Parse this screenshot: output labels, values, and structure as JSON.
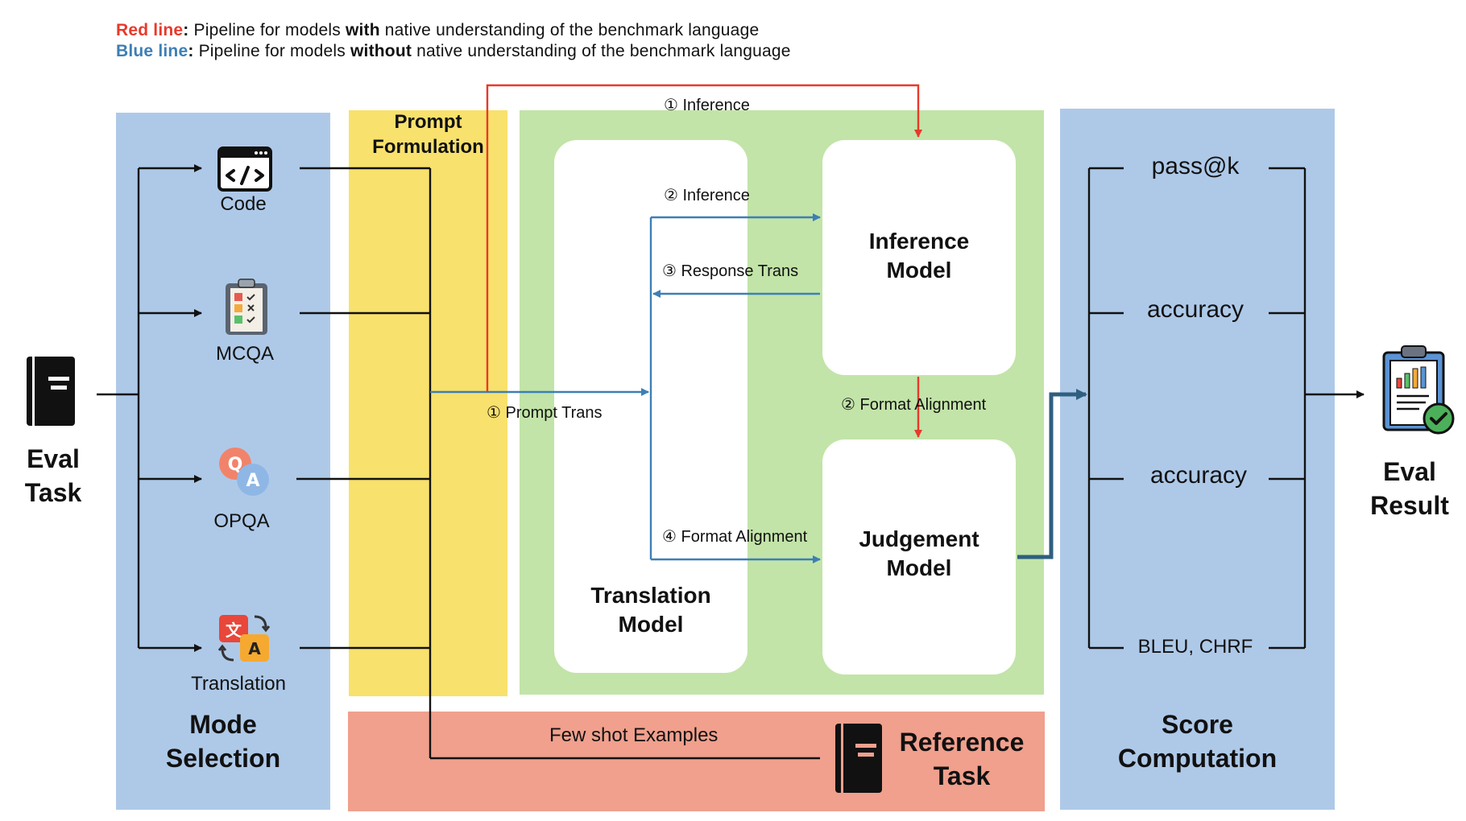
{
  "legend": {
    "red": {
      "prefix": "Red line",
      "text_1": " Pipeline for models ",
      "emph": "with",
      "text_2": " native understanding of the benchmark language"
    },
    "blue": {
      "prefix": "Blue line",
      "text_1": " Pipeline for models ",
      "emph": "without",
      "text_2": " native understanding of the benchmark language"
    },
    "colon": ":"
  },
  "colors": {
    "red": "#e8392a",
    "blue": "#3d7fb5",
    "panel_blue": "#aec9e8",
    "panel_yellow": "#f8e16c",
    "panel_green": "#c2e4a8",
    "panel_salmon": "#f0a08d",
    "dark_blue_arrow": "#2e5f7f"
  },
  "eval_task": {
    "line1": "Eval",
    "line2": "Task",
    "icon": "book-icon"
  },
  "mode_selection": {
    "title_line1": "Mode",
    "title_line2": "Selection",
    "modes": [
      {
        "label": "Code",
        "icon": "code-window-icon"
      },
      {
        "label": "MCQA",
        "icon": "clipboard-checklist-icon"
      },
      {
        "label": "OPQA",
        "icon": "qa-bubbles-icon"
      },
      {
        "label": "Translation",
        "icon": "translate-icon"
      }
    ]
  },
  "prompt_formulation": {
    "line1": "Prompt",
    "line2": "Formulation"
  },
  "translation_model": {
    "line1": "Translation",
    "line2": "Model"
  },
  "inference_model": {
    "line1": "Inference",
    "line2": "Model"
  },
  "judgement_model": {
    "line1": "Judgement",
    "line2": "Model"
  },
  "arrows": {
    "red_inference": "① Inference",
    "blue_inference": "② Inference",
    "response_trans": "③ Response Trans",
    "prompt_trans": "① Prompt Trans",
    "red_format_alignment": "② Format Alignment",
    "blue_format_alignment": "④ Format Alignment",
    "few_shot": "Few shot Examples"
  },
  "reference_task": {
    "line1": "Reference",
    "line2": "Task",
    "icon": "book-icon"
  },
  "score_computation": {
    "title_line1": "Score",
    "title_line2": "Computation",
    "metrics": [
      "pass@k",
      "accuracy",
      "accuracy",
      "BLEU, CHRF"
    ]
  },
  "eval_result": {
    "line1": "Eval",
    "line2": "Result",
    "icon": "report-check-icon"
  }
}
